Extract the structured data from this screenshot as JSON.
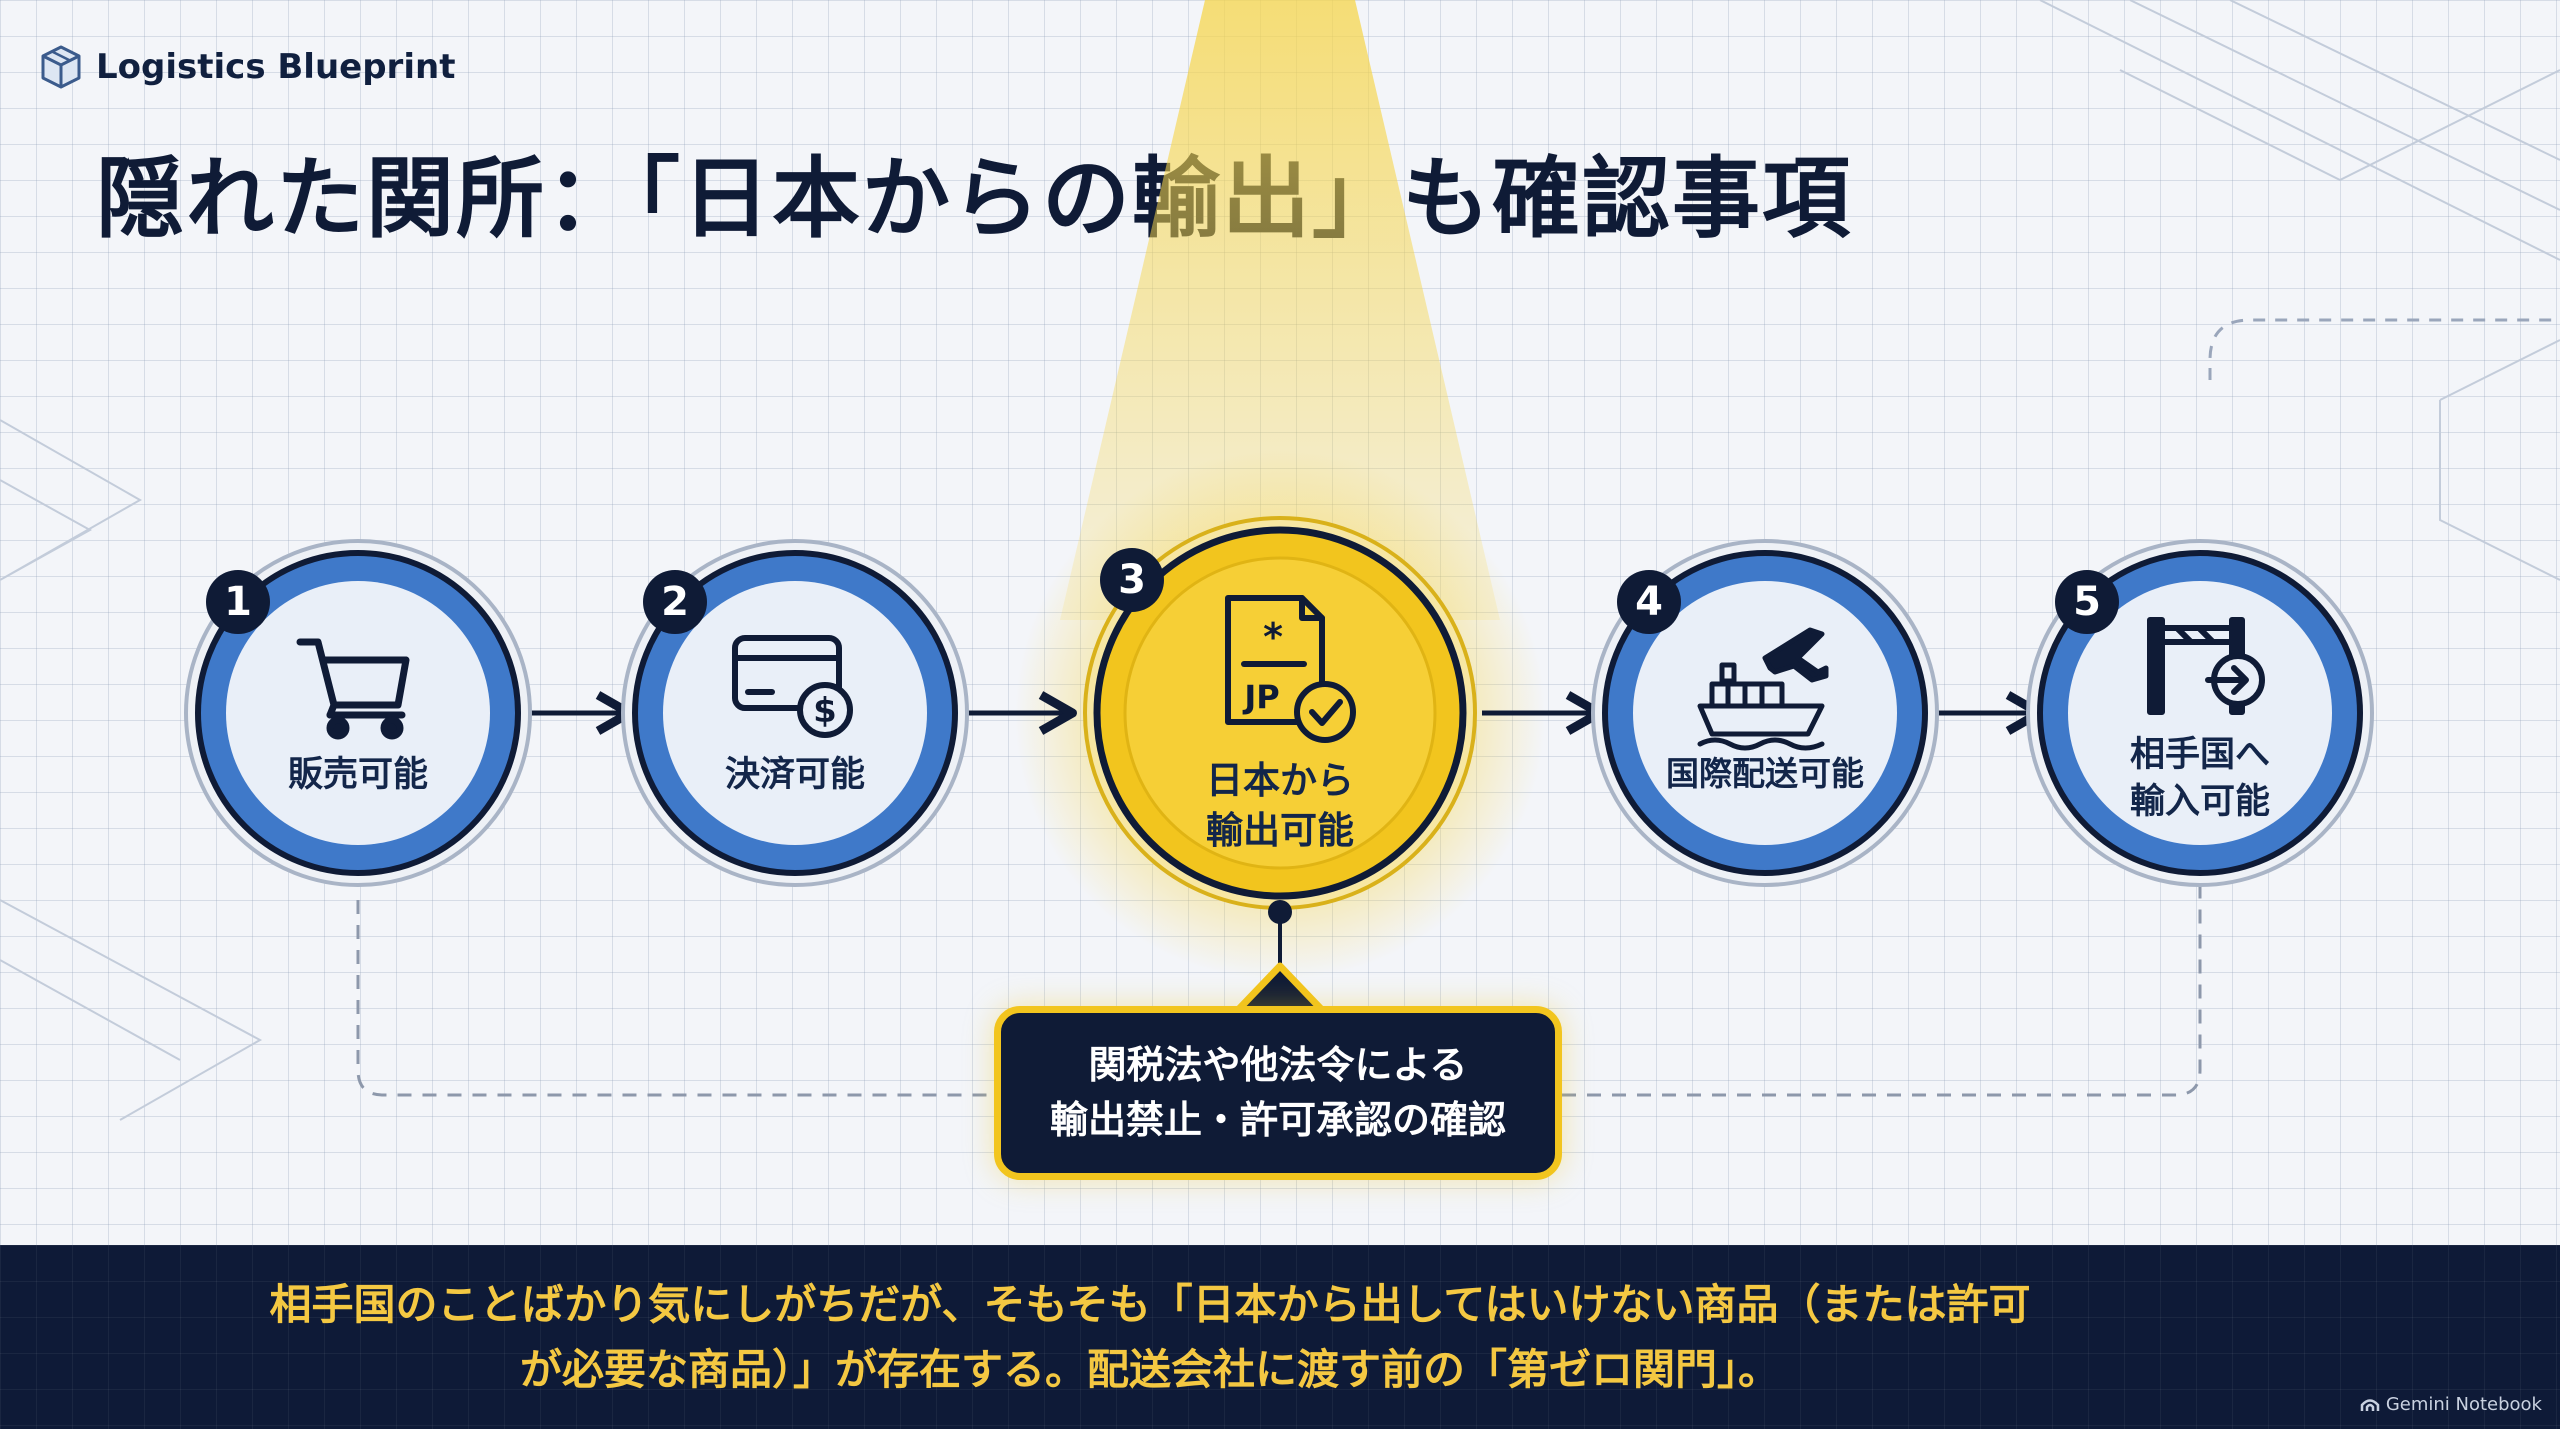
{
  "brand": {
    "name": "Logistics Blueprint",
    "logo_icon": "cube-icon"
  },
  "title": "隠れた関所：「日本からの輸出」も確認事項",
  "steps": [
    {
      "number": "1",
      "label": "販売可能",
      "icon": "shopping-cart-icon"
    },
    {
      "number": "2",
      "label": "決済可能",
      "icon": "credit-card-dollar-icon"
    },
    {
      "number": "3",
      "label": "日本から\n輸出可能",
      "icon": "jp-document-check-icon",
      "highlighted": true
    },
    {
      "number": "4",
      "label": "国際配送可能",
      "icon": "ship-airplane-icon"
    },
    {
      "number": "5",
      "label": "相手国へ\n輸入可能",
      "icon": "gate-entry-icon"
    }
  ],
  "callout": {
    "text": "関税法や他法令による\n輸出禁止・許可承認の確認"
  },
  "banner": {
    "text": "相手国のことばかり気にしがちだが、そもそも「日本から出してはいけない商品（または許可\nが必要な商品）」が存在する。配送会社に渡す前の「第ゼロ関門」。"
  },
  "watermark": "Gemini Notebook",
  "colors": {
    "navy": "#0f1b36",
    "accent_blue": "#3f79c9",
    "highlight_yellow": "#f2c51e",
    "banner_text": "#f4c842"
  }
}
